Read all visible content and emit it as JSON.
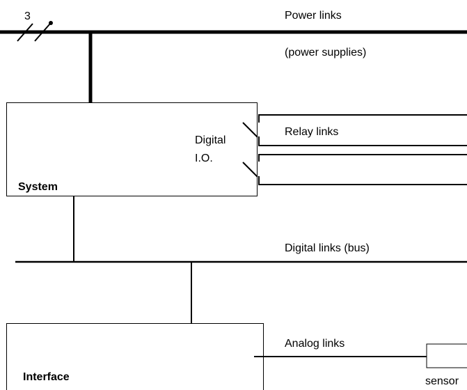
{
  "power": {
    "phase_count": "3",
    "title": "Power links",
    "subtitle": "(power supplies)"
  },
  "system": {
    "title": "System",
    "io_label_line1": "Digital",
    "io_label_line2": "I.O.",
    "relay_label": "Relay links"
  },
  "digital_bus": {
    "label": "Digital links (bus)"
  },
  "interface": {
    "title": "Interface",
    "analog_label": "Analog links",
    "sensor_label": "sensor"
  },
  "colors": {
    "stroke": "#000000",
    "background": "#ffffff"
  }
}
